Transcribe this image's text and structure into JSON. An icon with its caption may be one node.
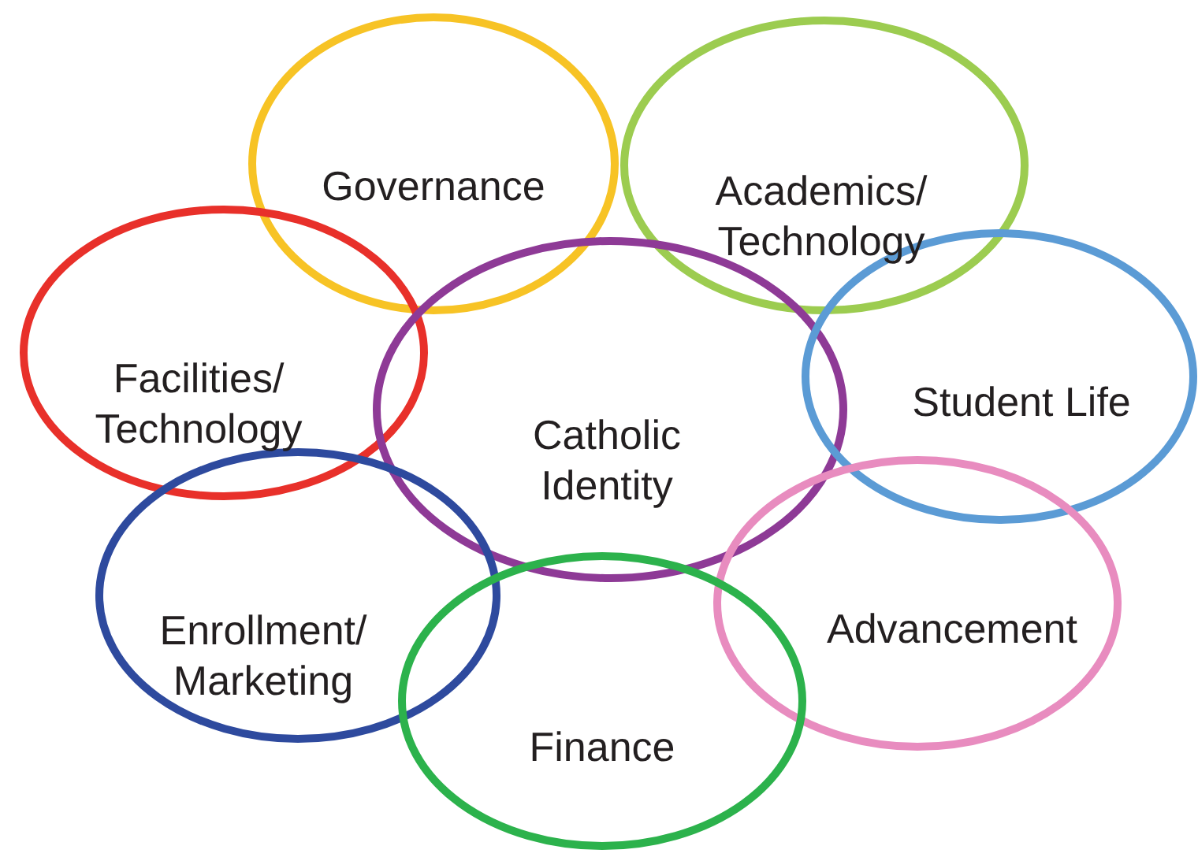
{
  "diagram": {
    "nodes": [
      {
        "text": [
          "Governance"
        ]
      },
      {
        "text": [
          "Academics/ Technology"
        ]
      },
      {
        "text": [
          "Facilities/ Technology"
        ]
      },
      {
        "text": [
          "Catholic Identity"
        ]
      },
      {
        "text": [
          "Student Life"
        ]
      },
      {
        "text": [
          "Enrollment/ Marketing"
        ]
      },
      {
        "text": [
          "Advancement"
        ]
      },
      {
        "text": [
          "Finance"
        ]
      }
    ]
  }
}
